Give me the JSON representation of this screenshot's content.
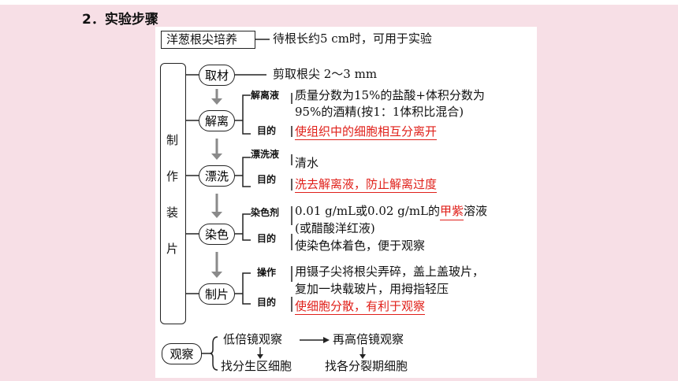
{
  "heading": "2．实验步骤",
  "intro": {
    "box": "洋葱根尖培养",
    "text": "待根长约5 cm时，可用于实验"
  },
  "main_label": [
    "制",
    "作",
    "装",
    "片"
  ],
  "steps": {
    "quchai": {
      "label": "取材",
      "text": "剪取根尖 2～3 mm"
    },
    "jieli": {
      "label": "解离",
      "tag1": "解离液",
      "text1a": "质量分数为15%的盐酸+体积分数为",
      "text1b": "95%的酒精(按1：1体积比混合)",
      "tag2": "目的",
      "purpose": "使组织中的细胞相互分离开"
    },
    "piaoxi": {
      "label": "漂洗",
      "tag1": "漂洗液",
      "text1": "清水",
      "tag2": "目的",
      "purpose": "洗去解离液，防止解离过度"
    },
    "ranse": {
      "label": "染色",
      "tag1": "染色剂",
      "text1a_pre": "0.01 g/mL或0.02 g/mL的",
      "text1a_red": "甲紫",
      "text1a_post": "溶液",
      "text1b": "(或醋酸洋红液)",
      "tag2": "目的",
      "text2": "使染色体着色，便于观察"
    },
    "zhipian": {
      "label": "制片",
      "tag1": "操作",
      "text1a": "用镊子尖将根尖弄碎，盖上盖玻片，",
      "text1b": "复加一块载玻片，用拇指轻压",
      "tag2": "目的",
      "purpose": "使细胞分散，有利于观察"
    }
  },
  "observe": {
    "label": "观察",
    "low": "低倍镜观察",
    "high": "再高倍镜观察",
    "low_find": "找分生区细胞",
    "high_find": "找各分裂期细胞"
  }
}
